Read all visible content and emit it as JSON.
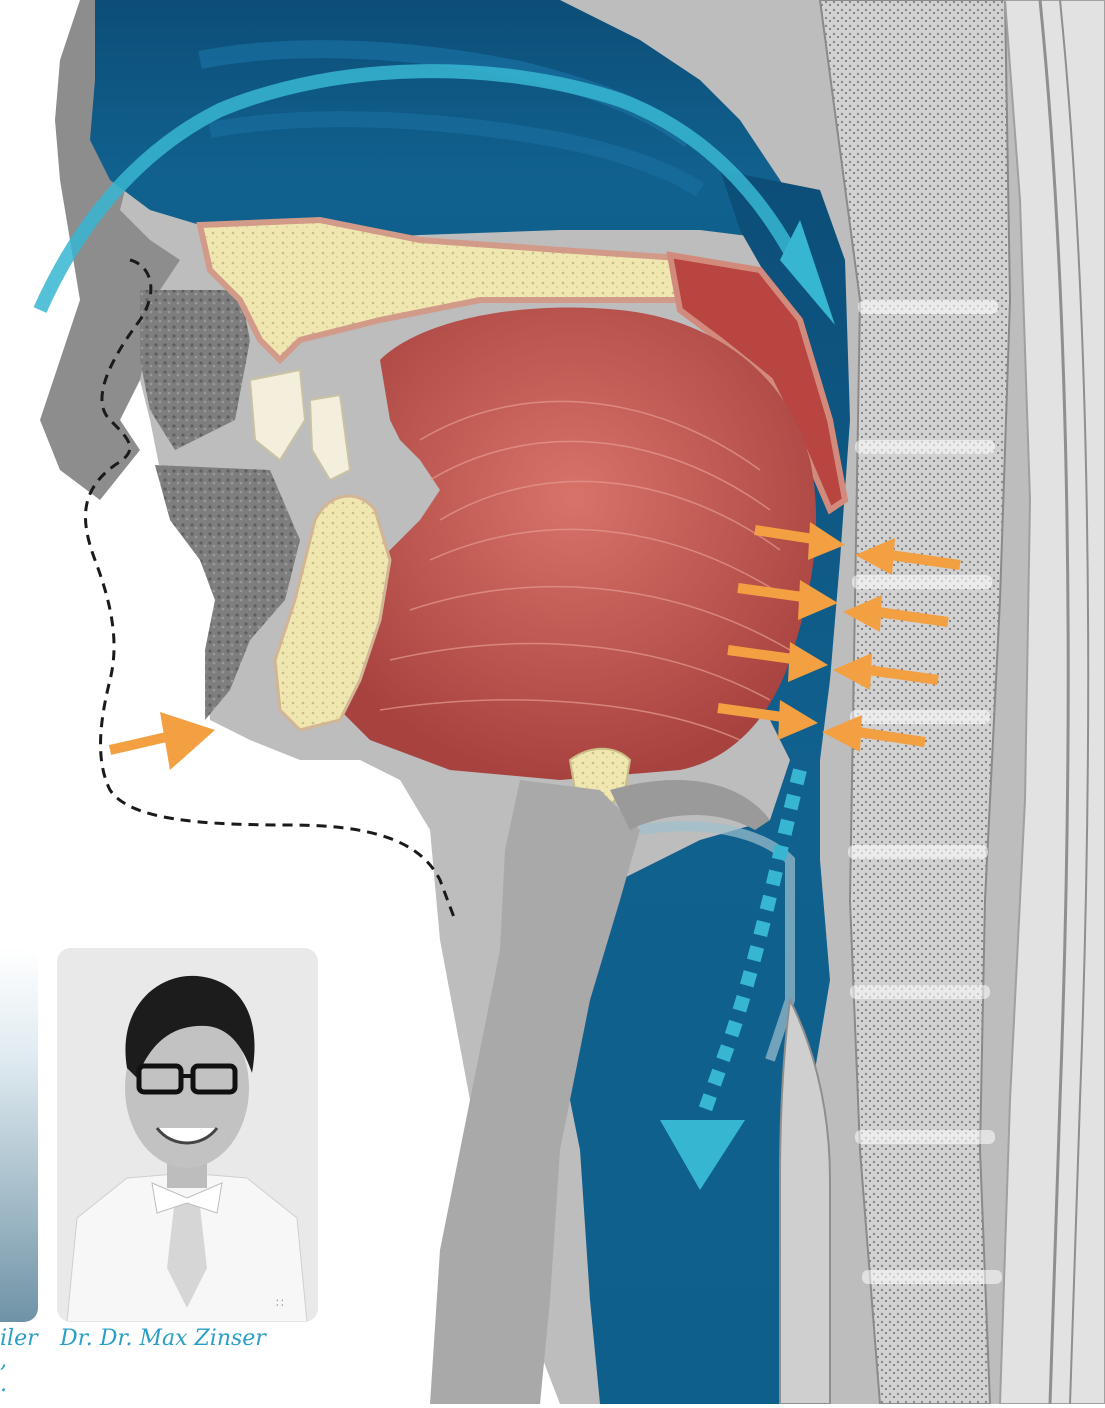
{
  "illustration": {
    "subject": "sagittal-section-head-airway",
    "colors": {
      "airway_blue": "#0f5b86",
      "airflow_cyan": "#37b6d1",
      "arrow_orange": "#f3a042",
      "bone_cream": "#efe6b0",
      "muscle_red": "#c4544f",
      "tissue_gray": "#9d9d9d"
    },
    "icons": [
      "airflow-arrow-icon",
      "compression-arrow-icon",
      "dotted-airflow-arrow-icon"
    ]
  },
  "portrait": {
    "caption": "Dr. Dr. Max Zinser",
    "logo": "∷"
  },
  "left_partial": {
    "caption_line1": "iler",
    "caption_line2": ",",
    "caption_line3": "."
  }
}
